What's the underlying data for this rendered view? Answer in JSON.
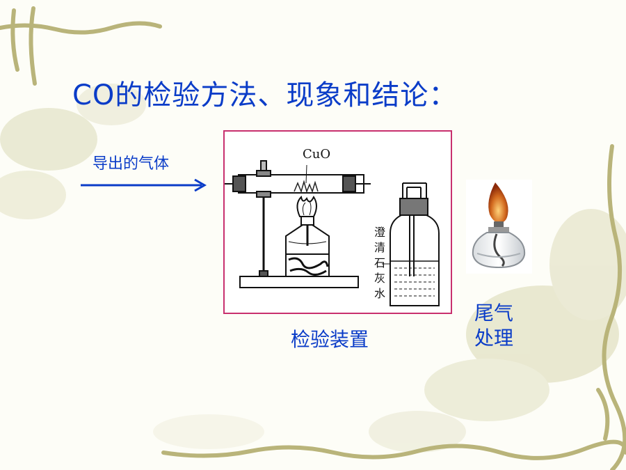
{
  "slide": {
    "title": "CO的检验方法、现象和结论：",
    "gas_label": "导出的气体",
    "apparatus_caption": "检验装置",
    "tail_caption": [
      "尾气",
      "处理"
    ]
  },
  "apparatus": {
    "cuo_label": "CuO",
    "limewater_label": [
      "澄",
      "清",
      "石",
      "灰",
      "水"
    ]
  },
  "colors": {
    "text_blue": "#0a3cc8",
    "frame_border": "#c8306e",
    "flame_orange": "#d2691e",
    "leaf_tint": "#c9c79a"
  },
  "icons": {
    "arrow": "right-arrow-icon",
    "lamp": "alcohol-lamp-icon"
  }
}
